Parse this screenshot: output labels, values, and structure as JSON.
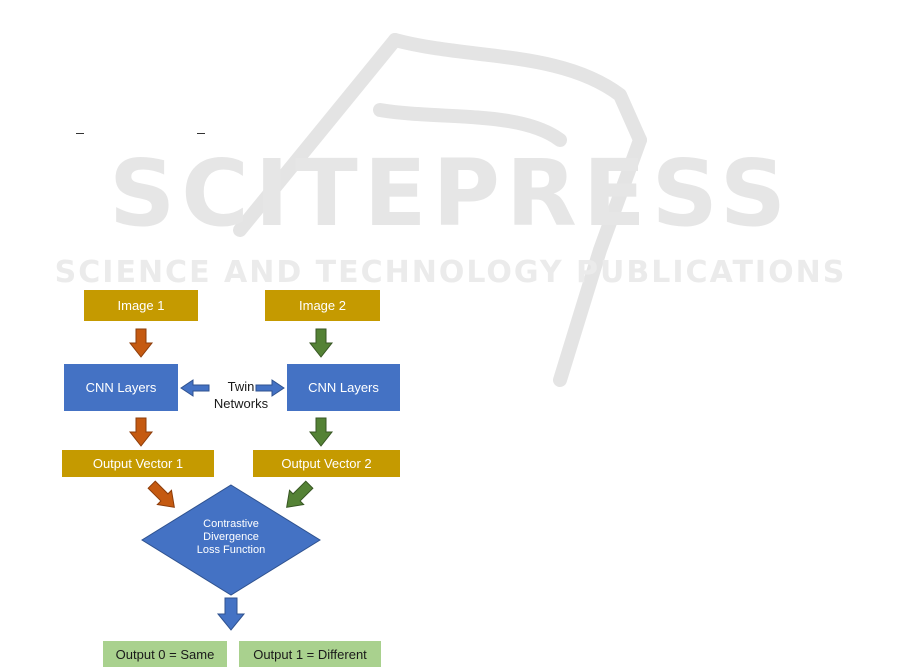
{
  "watermark": {
    "title": "SCITEPRESS",
    "subtitle": "SCIENCE AND TECHNOLOGY PUBLICATIONS"
  },
  "diagram": {
    "image1": "Image 1",
    "image2": "Image 2",
    "cnn_left": "CNN Layers",
    "cnn_right": "CNN Layers",
    "twin_networks": [
      "Twin",
      "Networks"
    ],
    "output_vector_1": "Output Vector 1",
    "output_vector_2": "Output Vector 2",
    "loss_function": [
      "Contrastive",
      "Divergence",
      "Loss Function"
    ],
    "output_same": "Output 0 = Same",
    "output_different": "Output 1 = Different"
  },
  "colors": {
    "gold": "#c59a00",
    "blue": "#4472c4",
    "green_box": "#a9d18e",
    "arrow_orange": "#c55a11",
    "arrow_green": "#548235",
    "arrow_blue": "#4472c4"
  }
}
